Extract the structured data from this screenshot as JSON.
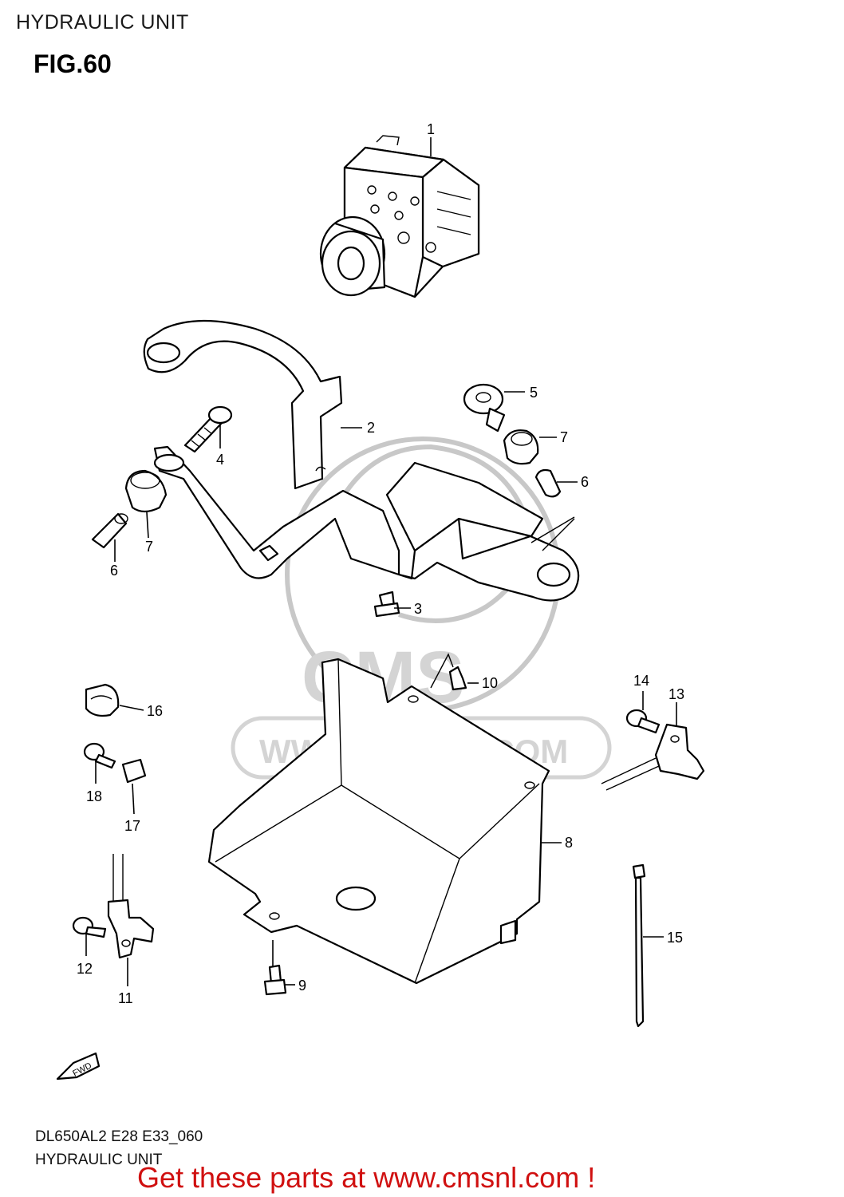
{
  "header": {
    "title": "HYDRAULIC UNIT",
    "figure": "FIG.60"
  },
  "watermark": {
    "logo_text": "CMS",
    "url_text": "WWW.CMSNL.COM"
  },
  "fwd_arrow": {
    "text": "FWD"
  },
  "callouts": [
    "1",
    "2",
    "3",
    "4",
    "5",
    "6",
    "7",
    "6",
    "7",
    "8",
    "9",
    "10",
    "11",
    "12",
    "13",
    "14",
    "15",
    "16",
    "17",
    "18"
  ],
  "footer": {
    "code": "DL650AL2 E28 E33_060",
    "title": "HYDRAULIC UNIT"
  },
  "promo": {
    "text": "Get these parts at www.cmsnl.com !",
    "color": "#d01010"
  }
}
